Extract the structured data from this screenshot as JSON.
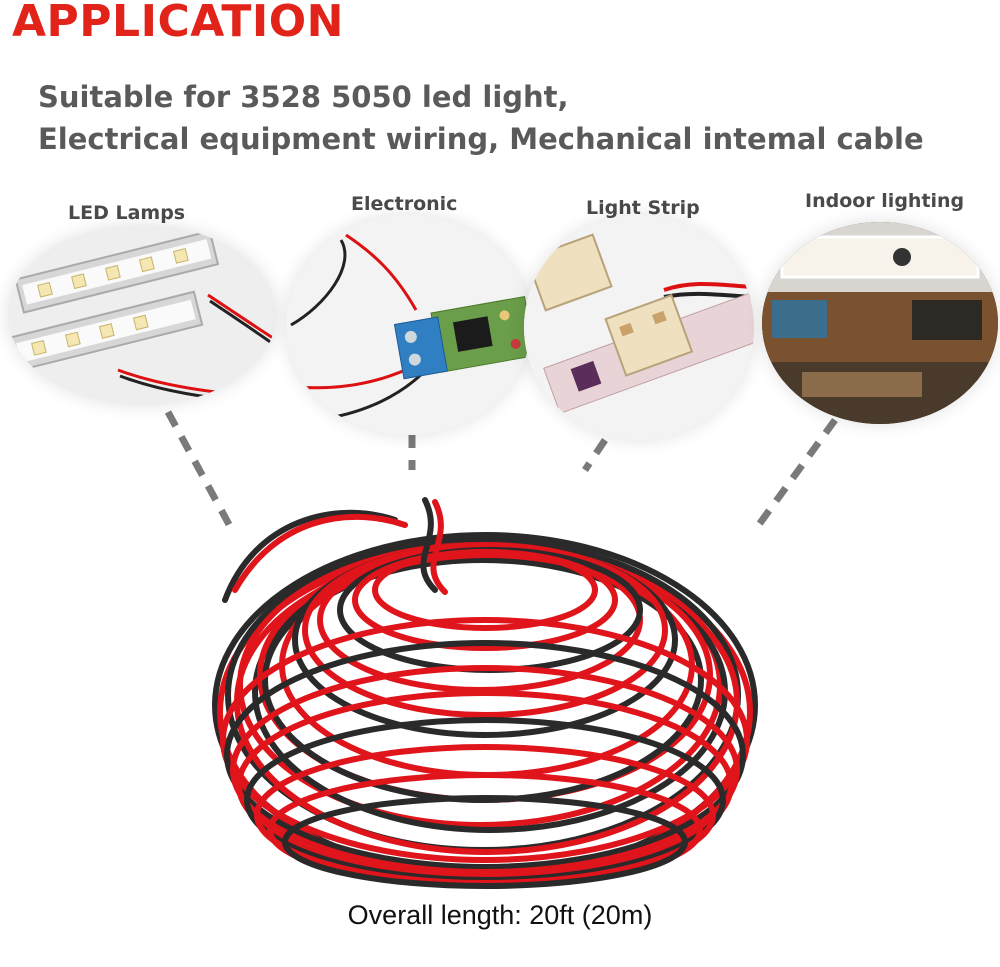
{
  "header": {
    "title": "APPLICATION",
    "subtitle_line1": "Suitable for 3528 5050 led light,",
    "subtitle_line2": "Electrical equipment wiring, Mechanical intemal cable"
  },
  "applications": [
    {
      "label": "LED Lamps",
      "icon": "led-lamps-photo"
    },
    {
      "label": "Electronic",
      "icon": "electronic-board-photo"
    },
    {
      "label": "Light Strip",
      "icon": "light-strip-photo"
    },
    {
      "label": "Indoor lighting",
      "icon": "indoor-lighting-photo"
    }
  ],
  "product": {
    "caption": "Overall length: 20ft (20m)",
    "wire_colors": [
      "#e0141b",
      "#2a2a2a"
    ]
  },
  "colors": {
    "title_red": "#e2231a",
    "subtitle_gray": "#5a5a5a",
    "connector_gray": "#7a7a7a"
  }
}
